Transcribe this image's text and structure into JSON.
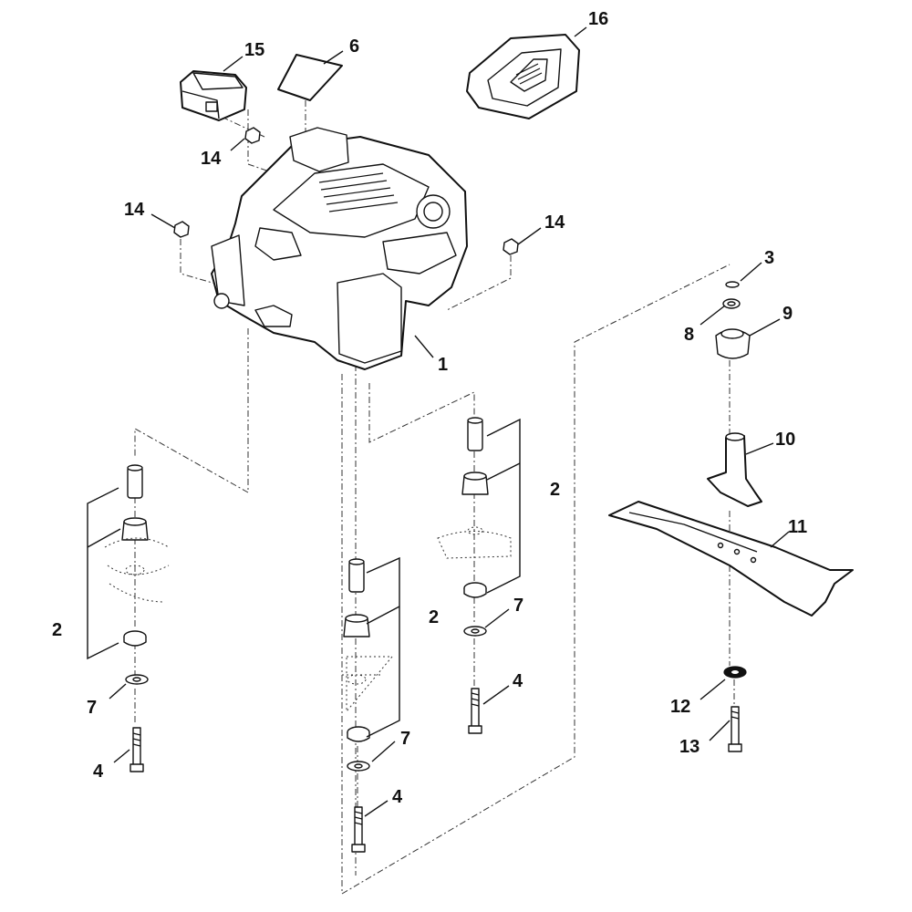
{
  "callouts": {
    "c1": "1",
    "c2a": "2",
    "c2b": "2",
    "c2c": "2",
    "c3": "3",
    "c4a": "4",
    "c4b": "4",
    "c4c": "4",
    "c6": "6",
    "c7a": "7",
    "c7b": "7",
    "c7c": "7",
    "c8": "8",
    "c9": "9",
    "c10": "10",
    "c11": "11",
    "c12": "12",
    "c13": "13",
    "c14a": "14",
    "c14b": "14",
    "c14c": "14",
    "c15": "15",
    "c16": "16"
  }
}
